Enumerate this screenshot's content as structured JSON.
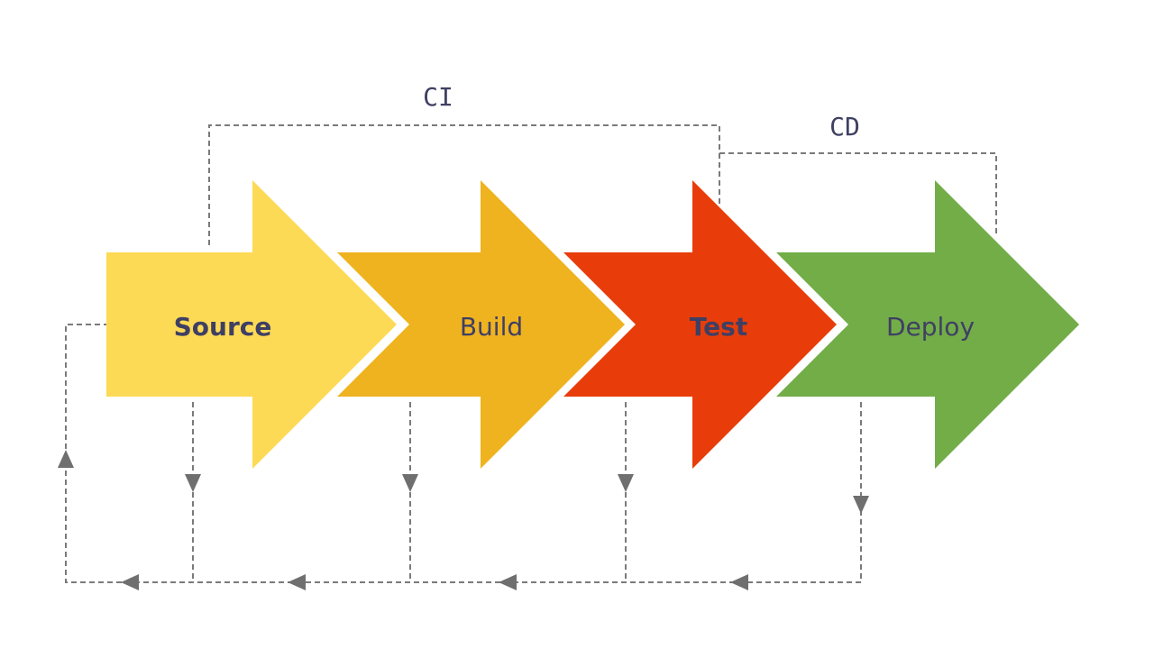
{
  "stages": [
    {
      "label": "Source",
      "color": "#FDDA55",
      "bold": true
    },
    {
      "label": "Build",
      "color": "#EFB320",
      "bold": false
    },
    {
      "label": "Test",
      "color": "#E83D0A",
      "bold": true
    },
    {
      "label": "Deploy",
      "color": "#72AD48",
      "bold": false
    }
  ],
  "groups": [
    {
      "label": "CI"
    },
    {
      "label": "CD"
    }
  ],
  "connector_color": "#7a7a7a"
}
